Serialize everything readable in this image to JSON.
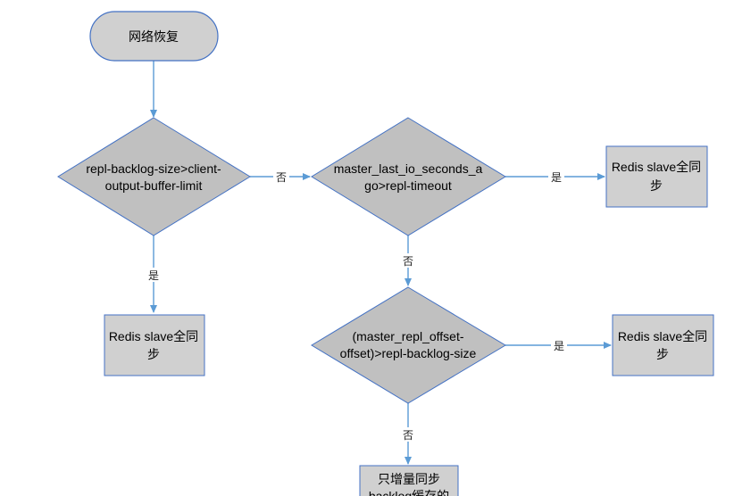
{
  "nodes": {
    "start": "网络恢复",
    "cond1": [
      "repl-backlog-size>client-",
      "output-buffer-limit"
    ],
    "cond2": [
      "master_last_io_seconds_a",
      "go>repl-timeout"
    ],
    "cond3": [
      "(master_repl_offset-",
      "offset)>repl-backlog-size"
    ],
    "full_sync_right": [
      "Redis slave全同",
      "步"
    ],
    "full_sync_left": [
      "Redis slave全同",
      "步"
    ],
    "full_sync_lower_right": [
      "Redis slave全同",
      "步"
    ],
    "incremental_sync": [
      "只增量同步",
      "backlog缓存的"
    ]
  },
  "edges": {
    "cond1_no": "否",
    "cond1_yes": "是",
    "cond2_yes": "是",
    "cond2_no": "否",
    "cond3_yes": "是",
    "cond3_no": "否"
  },
  "colors": {
    "arrow": "#5b9bd5",
    "border": "#4472c4",
    "fill": "#c0c0c0"
  }
}
